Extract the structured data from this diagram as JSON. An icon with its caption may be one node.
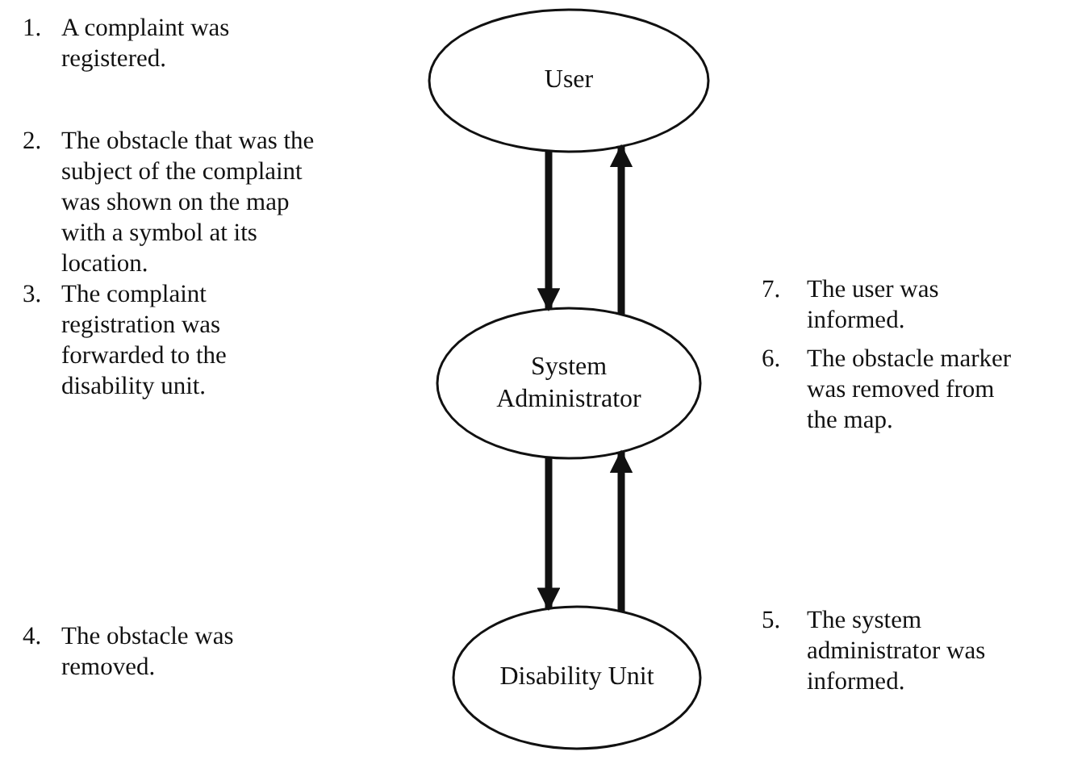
{
  "diagram": {
    "nodes": [
      {
        "text": [
          "User"
        ]
      },
      {
        "text": [
          "System Administrator"
        ]
      },
      {
        "text": [
          "Disability Unit"
        ]
      }
    ],
    "edges": [
      {
        "from": 0,
        "to": 1,
        "arrow": "to"
      },
      {
        "from": 1,
        "to": 0,
        "arrow": "to"
      },
      {
        "from": 1,
        "to": 2,
        "arrow": "to"
      },
      {
        "from": 2,
        "to": 1,
        "arrow": "to"
      }
    ],
    "labels": [
      "1.",
      "A complaint was registered.",
      "2.",
      "The obstacle that was the subject of the complaint was shown on the map with a symbol at its location.",
      "3.",
      "The complaint registration was forwarded to the disability unit.",
      "4.",
      "The obstacle was removed.",
      "7.",
      "The user was informed.",
      "6.",
      "The obstacle marker was removed from the map.",
      "5.",
      "The system administrator was informed."
    ]
  }
}
